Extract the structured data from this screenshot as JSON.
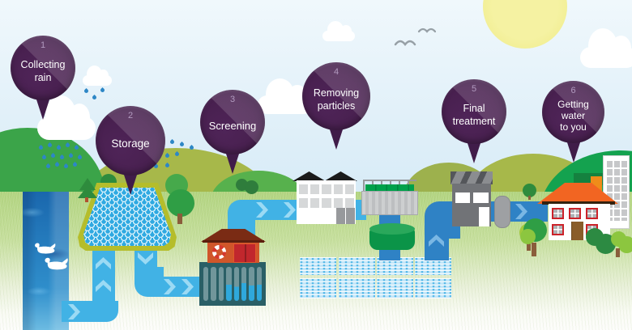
{
  "steps": [
    {
      "number": "1",
      "label": "Collecting\nrain"
    },
    {
      "number": "2",
      "label": "Storage"
    },
    {
      "number": "3",
      "label": "Screening"
    },
    {
      "number": "4",
      "label": "Removing\nparticles"
    },
    {
      "number": "5",
      "label": "Final\ntreatment"
    },
    {
      "number": "6",
      "label": "Getting\nwater\nto you"
    }
  ],
  "scene": {
    "icons": [
      "sun-icon",
      "cloud-icon",
      "bird-icon",
      "raindrop-icon",
      "swan-icon",
      "tree-icon",
      "flow-arrow-icon",
      "lifebuoy-icon"
    ],
    "elements": [
      "waterfall",
      "reservoir",
      "pipes",
      "screening-station",
      "treatment-works",
      "settlement-tank",
      "clarifier",
      "filter-beds",
      "final-treatment-works",
      "storage-cylinder",
      "house",
      "apartment-block",
      "hills",
      "grass"
    ]
  },
  "colors": {
    "balloon_purple": "#48204f",
    "balloon_number": "#b29bc0",
    "sky_top": "#f0f8fc",
    "sky_bottom": "#c5e4f3",
    "sun": "#f3f094",
    "grass": "#b2d480",
    "hill_green": "#3ba449",
    "hill_olive": "#a7b84a",
    "waterfall_blue": "#1a67ad",
    "pipe_light_blue": "#41b2e5",
    "pipe_dark_blue": "#2f82c5",
    "reservoir_rim": "#b5bd2b",
    "reservoir_water": "#2fa9e1",
    "screen_teal": "#2a5f66",
    "hut_orange": "#d0562a",
    "roof_orange": "#f26522",
    "clarifier_green": "#0b9448",
    "tank_green": "#00a14b"
  }
}
